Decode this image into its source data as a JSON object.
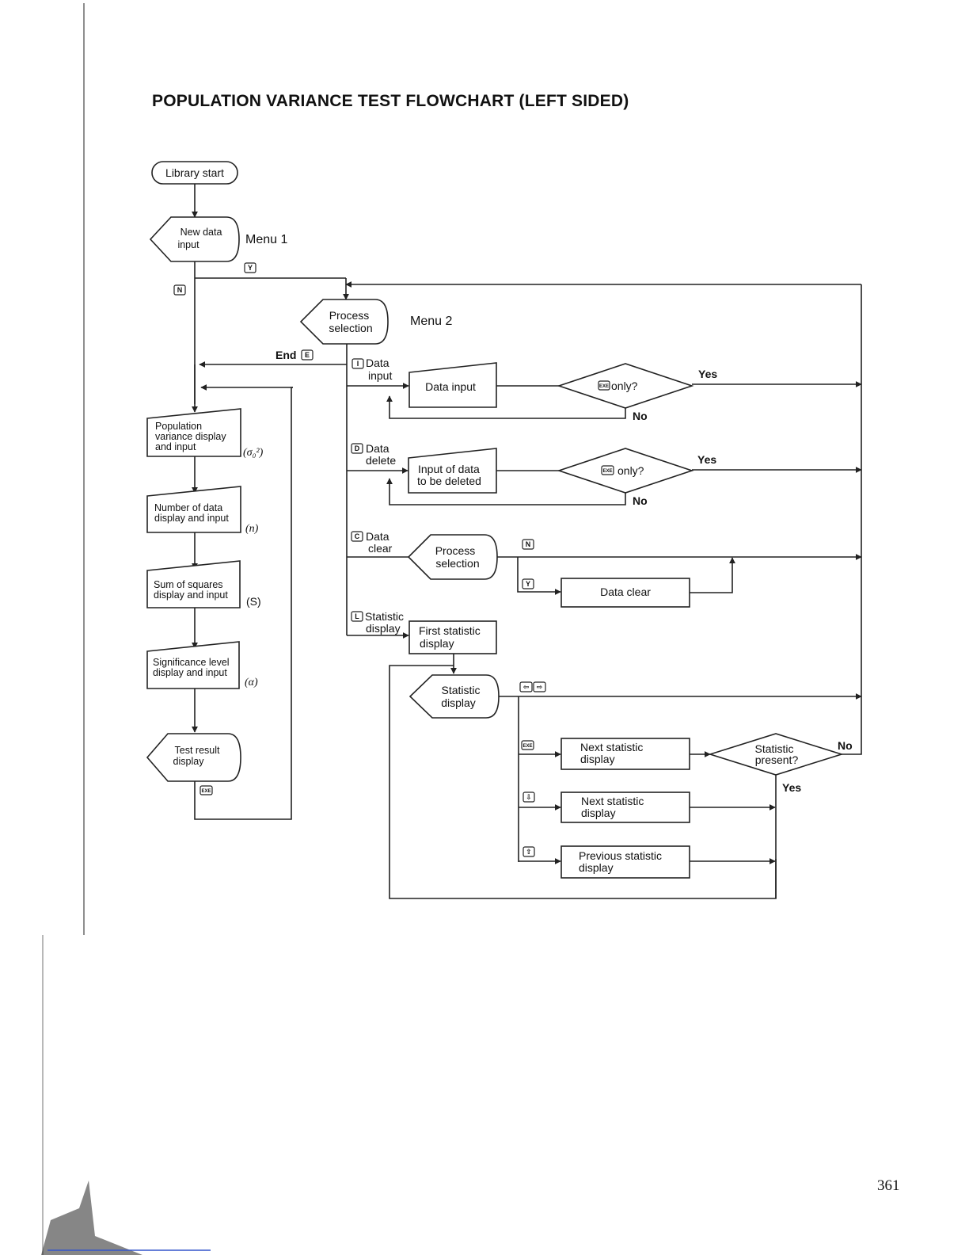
{
  "title": "POPULATION VARIANCE TEST FLOWCHART (LEFT SIDED)",
  "page_number": "361",
  "menus": {
    "menu1": "Menu 1",
    "menu2": "Menu 2"
  },
  "nodes": {
    "library_start": "Library start",
    "new_data_input": [
      "New data",
      "input"
    ],
    "process_selection_main": [
      "Process",
      "selection"
    ],
    "population_variance": [
      "Population",
      "variance display",
      "and input"
    ],
    "number_of_data": [
      "Number of data",
      "display and input"
    ],
    "sum_of_squares": [
      "Sum of squares",
      "display and input"
    ],
    "significance_level": [
      "Significance level",
      "display and input"
    ],
    "test_result": [
      "Test result",
      "display"
    ],
    "data_input_box": "Data input",
    "exe_only_1": "only?",
    "input_data_deleted": [
      "Input of data",
      "to be deleted"
    ],
    "exe_only_2": "only?",
    "process_selection_clear": [
      "Process",
      "selection"
    ],
    "data_clear_box": "Data clear",
    "first_statistic": [
      "First statistic",
      "display"
    ],
    "statistic_display": [
      "Statistic",
      "display"
    ],
    "next_statistic_1": [
      "Next statistic",
      "display"
    ],
    "next_statistic_2": [
      "Next statistic",
      "display"
    ],
    "previous_statistic": [
      "Previous statistic",
      "display"
    ],
    "statistic_present": [
      "Statistic",
      "present?"
    ]
  },
  "symbols": {
    "sigma_sq": "(σ₀²)",
    "n": "(n)",
    "s": "(S)",
    "alpha": "(α)"
  },
  "branches": {
    "end": "End",
    "data_input": [
      "Data",
      "input"
    ],
    "data_delete": [
      "Data",
      "delete"
    ],
    "data_clear": [
      "Data",
      "clear"
    ],
    "statistic_display": [
      "Statistic",
      "display"
    ]
  },
  "answers": {
    "yes": "Yes",
    "no": "No"
  },
  "keys": {
    "y": "Y",
    "n": "N",
    "e": "E",
    "i": "I",
    "d": "D",
    "c": "C",
    "l": "L",
    "exe": "EXE",
    "left": "⇦",
    "right": "⇨",
    "down": "⇩",
    "up": "⇧"
  }
}
